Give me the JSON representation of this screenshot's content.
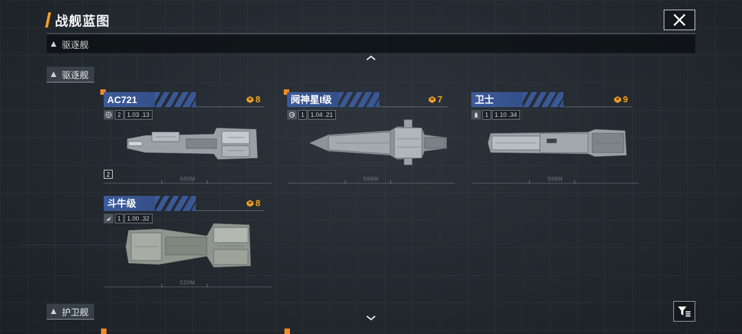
{
  "header": {
    "title": "战舰蓝图"
  },
  "category": {
    "label": "驱逐舰"
  },
  "sections": {
    "destroyer": "驱逐舰",
    "frigate": "护卫舰"
  },
  "colors": {
    "accent": "#f2a024",
    "name_tag": "#3d5b9a",
    "marker": "#f08a24"
  },
  "ships": [
    {
      "name": "AC721",
      "cost": "8",
      "tier": "2",
      "version": "1.03 .13",
      "length": "560M",
      "type_icon": "globe-icon",
      "count": "2"
    },
    {
      "name": "阋神星I级",
      "cost": "7",
      "tier": "1",
      "version": "1.04 .21",
      "length": "598M",
      "type_icon": "swirl-icon"
    },
    {
      "name": "卫士",
      "cost": "9",
      "tier": "1",
      "version": "1.10 .34",
      "length": "599M",
      "type_icon": "tower-icon"
    },
    {
      "name": "斗牛级",
      "cost": "8",
      "tier": "1",
      "version": "1.00 .32",
      "length": "520M",
      "type_icon": "wing-icon"
    }
  ],
  "icons": {
    "close": "close-icon",
    "chevron_up": "chevron-up-icon",
    "chevron_down": "chevron-down-icon",
    "filter": "filter-icon",
    "cost": "coin-icon"
  }
}
